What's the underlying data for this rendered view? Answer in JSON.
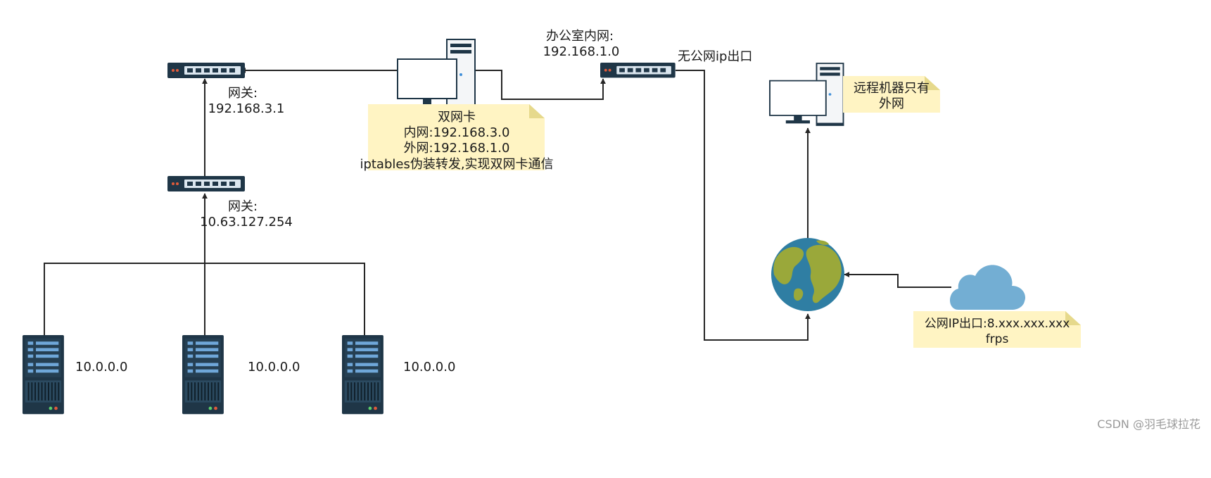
{
  "labels": {
    "gateway_upper_title": "网关:",
    "gateway_upper_ip": "192.168.3.1",
    "gateway_lower_title": "网关:",
    "gateway_lower_ip": "10.63.127.254",
    "office_lan_title": "办公室内网:",
    "office_lan_ip": "192.168.1.0",
    "no_public_ip": "无公网ip出口",
    "dual_nic_note": {
      "title": "双网卡",
      "inner": "内网:192.168.3.0",
      "outer": "外网:192.168.1.0",
      "desc": "iptables伪装转发,实现双网卡通信"
    },
    "remote_note": {
      "line1": "远程机器只有",
      "line2": "外网"
    },
    "public_note": {
      "line1": "公网IP出口:8.xxx.xxx.xxx",
      "line2": "frps"
    },
    "servers": [
      "10.0.0.0",
      "10.0.0.0",
      "10.0.0.0"
    ]
  },
  "watermark": "CSDN @羽毛球拉花",
  "colors": {
    "line": "#262626",
    "note_fill": "#fff4c3",
    "note_fold": "#e6d98c",
    "server_dark": "#1f3647",
    "server_light": "#6fa7d9",
    "switch_dark": "#1f3647",
    "switch_port": "#dbe6ef",
    "cloud": "#73aed3",
    "globe_ocean": "#2f7ea3",
    "globe_land": "#9aa83a"
  },
  "icons": [
    "network-switch-icon",
    "desktop-computer-icon",
    "server-rack-icon",
    "globe-internet-icon",
    "cloud-icon"
  ]
}
